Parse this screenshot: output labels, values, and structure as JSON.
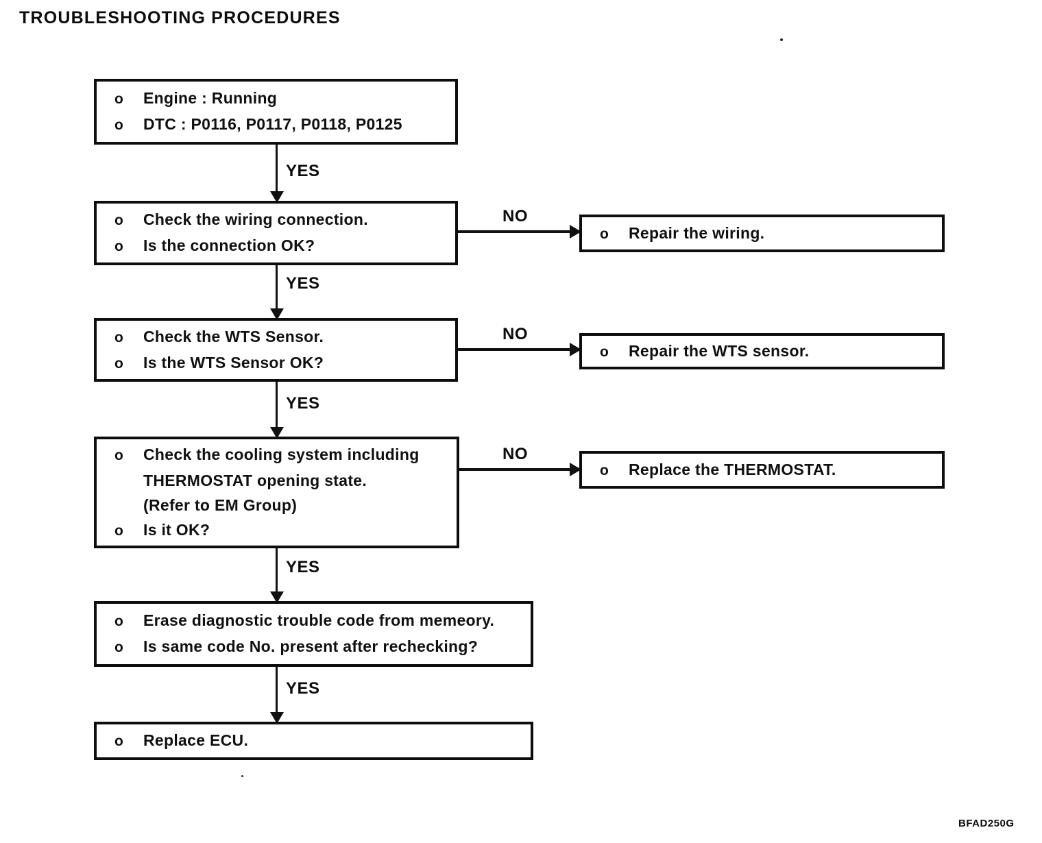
{
  "title": "TROUBLESHOOTING PROCEDURES",
  "figure_code": "BFAD250G",
  "bullet": "o",
  "yes_label": "YES",
  "no_label": "NO",
  "colors": {
    "ink": "#111111",
    "paper": "#ffffff"
  },
  "flowchart": {
    "main_boxes": [
      {
        "name": "start-conditions",
        "lines": [
          {
            "bullet": true,
            "text": "Engine : Running"
          },
          {
            "bullet": true,
            "text": "DTC : P0116, P0117, P0118, P0125"
          }
        ]
      },
      {
        "name": "check-wiring-connection",
        "lines": [
          {
            "bullet": true,
            "text": "Check the wiring connection."
          },
          {
            "bullet": true,
            "text": "Is the connection OK?"
          }
        ]
      },
      {
        "name": "check-wts-sensor",
        "lines": [
          {
            "bullet": true,
            "text": "Check the WTS Sensor."
          },
          {
            "bullet": true,
            "text": "Is the WTS Sensor OK?"
          }
        ]
      },
      {
        "name": "check-cooling-system",
        "lines": [
          {
            "bullet": true,
            "text": "Check the cooling system including"
          },
          {
            "bullet": false,
            "text": "THERMOSTAT opening state."
          },
          {
            "bullet": false,
            "text": "(Refer to EM Group)"
          },
          {
            "bullet": true,
            "text": "Is it OK?"
          }
        ]
      },
      {
        "name": "erase-dtc",
        "lines": [
          {
            "bullet": true,
            "text": "Erase diagnostic trouble code from memeory."
          },
          {
            "bullet": true,
            "text": "Is same code No. present after rechecking?"
          }
        ]
      },
      {
        "name": "replace-ecu",
        "lines": [
          {
            "bullet": true,
            "text": "Replace ECU."
          }
        ]
      }
    ],
    "side_boxes": [
      {
        "name": "repair-wiring",
        "lines": [
          {
            "bullet": true,
            "text": "Repair the wiring."
          }
        ]
      },
      {
        "name": "repair-wts-sensor",
        "lines": [
          {
            "bullet": true,
            "text": "Repair the WTS sensor."
          }
        ]
      },
      {
        "name": "replace-thermostat",
        "lines": [
          {
            "bullet": true,
            "text": "Replace the THERMOSTAT."
          }
        ]
      }
    ]
  }
}
